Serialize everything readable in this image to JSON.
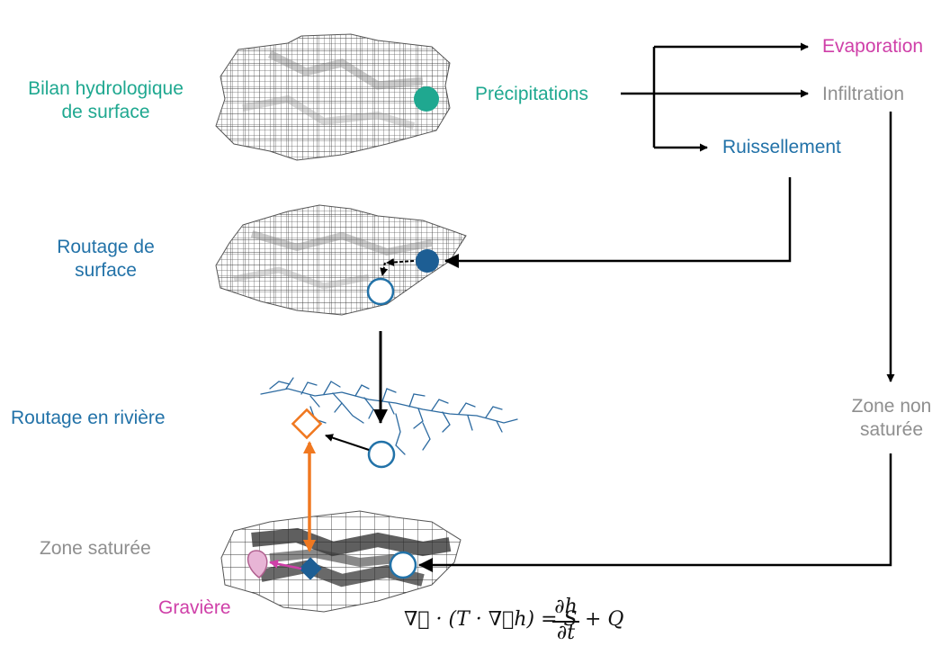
{
  "labels": {
    "bilan_line1": "Bilan hydrologique",
    "bilan_line2": "de surface",
    "routage_surface_line1": "Routage de",
    "routage_surface_line2": "surface",
    "routage_riviere": "Routage en rivière",
    "zone_saturee": "Zone saturée",
    "graviere": "Gravière",
    "precipitations": "Précipitations",
    "evaporation": "Evaporation",
    "infiltration": "Infiltration",
    "ruissellement": "Ruissellement",
    "zone_non_line1": "Zone non",
    "zone_non_line2": "saturée"
  },
  "equation": {
    "lhs": "∇⃗ · (T · ∇⃗h) = S",
    "frac_num": "∂h",
    "frac_den": "∂t",
    "rhs": "+ Q"
  },
  "colors": {
    "teal": "#1fa890",
    "blue": "#2272a8",
    "grey": "#8f8f8f",
    "magenta": "#cf3fa8",
    "orange": "#f07820",
    "river": "#2c6aa0",
    "grid_dark": "#555555"
  },
  "icons": {
    "precip_node": "teal-filled-circle",
    "surface_node_in": "blue-filled-circle",
    "surface_node_out": "hollow-circle",
    "river_node": "hollow-circle",
    "river_exchange": "orange-hollow-diamond",
    "aquifer_node": "hollow-circle",
    "aquifer_exchange": "blue-filled-diamond",
    "graviere_node": "pink-drop-shape"
  }
}
